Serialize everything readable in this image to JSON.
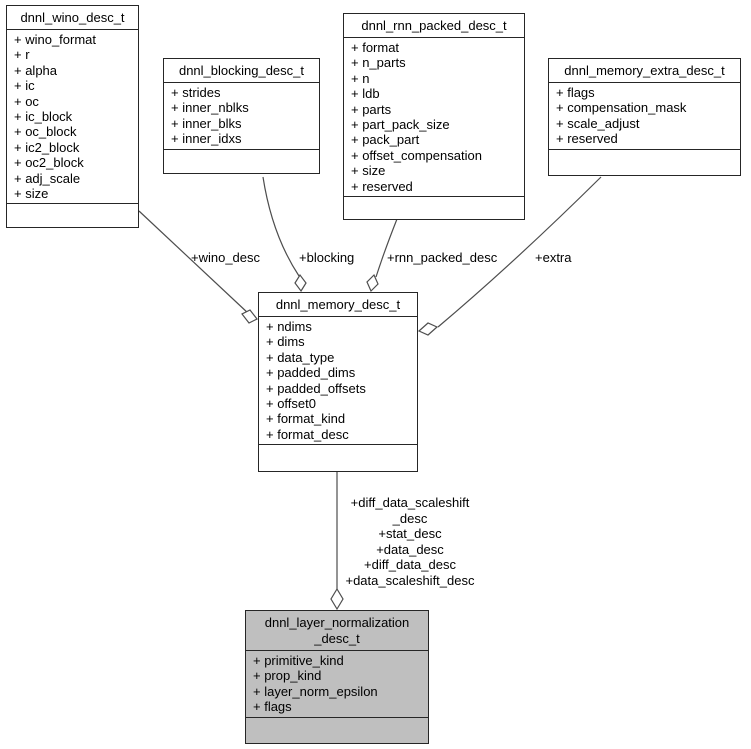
{
  "diagram": {
    "type": "uml-collaboration-diagram",
    "background_color": "#ffffff",
    "node_fill": "#ffffff",
    "node_border_color": "#262626",
    "edge_color": "#4d4d4d",
    "highlighted_node_fill": "#bfbfbf"
  },
  "classes": {
    "wino": {
      "title": "dnnl_wino_desc_t",
      "fields": [
        "+ wino_format",
        "+ r",
        "+ alpha",
        "+ ic",
        "+ oc",
        "+ ic_block",
        "+ oc_block",
        "+ ic2_block",
        "+ oc2_block",
        "+ adj_scale",
        "+ size"
      ]
    },
    "blocking": {
      "title": "dnnl_blocking_desc_t",
      "fields": [
        "+ strides",
        "+ inner_nblks",
        "+ inner_blks",
        "+ inner_idxs"
      ]
    },
    "rnn_packed": {
      "title": "dnnl_rnn_packed_desc_t",
      "fields": [
        "+ format",
        "+ n_parts",
        "+ n",
        "+ ldb",
        "+ parts",
        "+ part_pack_size",
        "+ pack_part",
        "+ offset_compensation",
        "+ size",
        "+ reserved"
      ]
    },
    "memory_extra": {
      "title": "dnnl_memory_extra_desc_t",
      "fields": [
        "+ flags",
        "+ compensation_mask",
        "+ scale_adjust",
        "+ reserved"
      ]
    },
    "memory": {
      "title": "dnnl_memory_desc_t",
      "fields": [
        "+ ndims",
        "+ dims",
        "+ data_type",
        "+ padded_dims",
        "+ padded_offsets",
        "+ offset0",
        "+ format_kind",
        "+ format_desc"
      ]
    },
    "layer_normalization": {
      "title_line1": "dnnl_layer_normalization",
      "title_line2": "_desc_t",
      "fields": [
        "+ primitive_kind",
        "+ prop_kind",
        "+ layer_norm_epsilon",
        "+ flags"
      ]
    }
  },
  "edges": {
    "wino_desc_label": "+wino_desc",
    "blocking_label": "+blocking",
    "rnn_packed_desc_label": "+rnn_packed_desc",
    "extra_label": "+extra",
    "memory_to_layer_norm_labels": [
      "+diff_data_scaleshift",
      "_desc",
      "+stat_desc",
      "+data_desc",
      "+diff_data_desc",
      "+data_scaleshift_desc"
    ]
  }
}
